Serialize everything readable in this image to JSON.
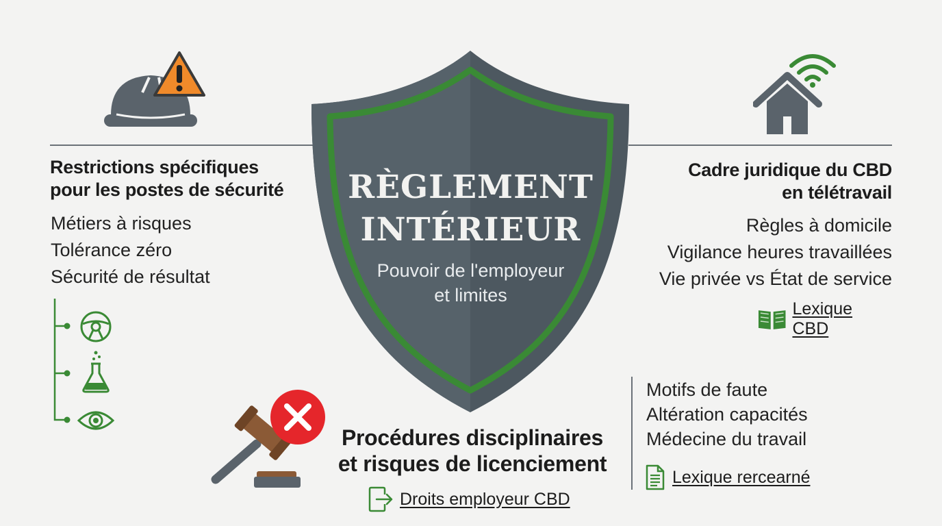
{
  "shield": {
    "title_line1": "RÈGLEMENT",
    "title_line2": "INTÉRIEUR",
    "subtitle_line1": "Pouvoir de l'employeur",
    "subtitle_line2": "et limites"
  },
  "left_section": {
    "title_line1": "Restrictions spécifiques",
    "title_line2": "pour les postes de sécurité",
    "items": [
      "Métiers à risques",
      "Tolérance zéro",
      "Sécurité de résultat"
    ],
    "tree_icons": [
      "steering-wheel-icon",
      "flask-icon",
      "eye-icon"
    ],
    "header_icons": [
      "hard-hat-icon",
      "warning-triangle-icon"
    ]
  },
  "right_section": {
    "title_line1": "Cadre juridique du CBD",
    "title_line2": "en télétravail",
    "items": [
      "Règles à domicile",
      "Vigilance heures travaillées",
      "Vie privée vs État de service"
    ],
    "link_label": "Lexique CBD",
    "header_icons": [
      "house-icon",
      "wifi-icon"
    ]
  },
  "bottom_center": {
    "title_line1": "Procédures disciplinaires",
    "title_line2": "et risques de licenciement",
    "link_label": "Droits employeur CBD",
    "header_icons": [
      "gavel-icon",
      "cancel-icon"
    ]
  },
  "bottom_right": {
    "items": [
      "Motifs de faute",
      "Altération capacités",
      "Médecine du travail"
    ],
    "link_label": "Lexique rercearné"
  },
  "colors": {
    "slate": "#4f5a62",
    "green": "#3a8a35",
    "orange": "#f08a2a",
    "red": "#e5262b",
    "brown": "#8b5a36"
  }
}
